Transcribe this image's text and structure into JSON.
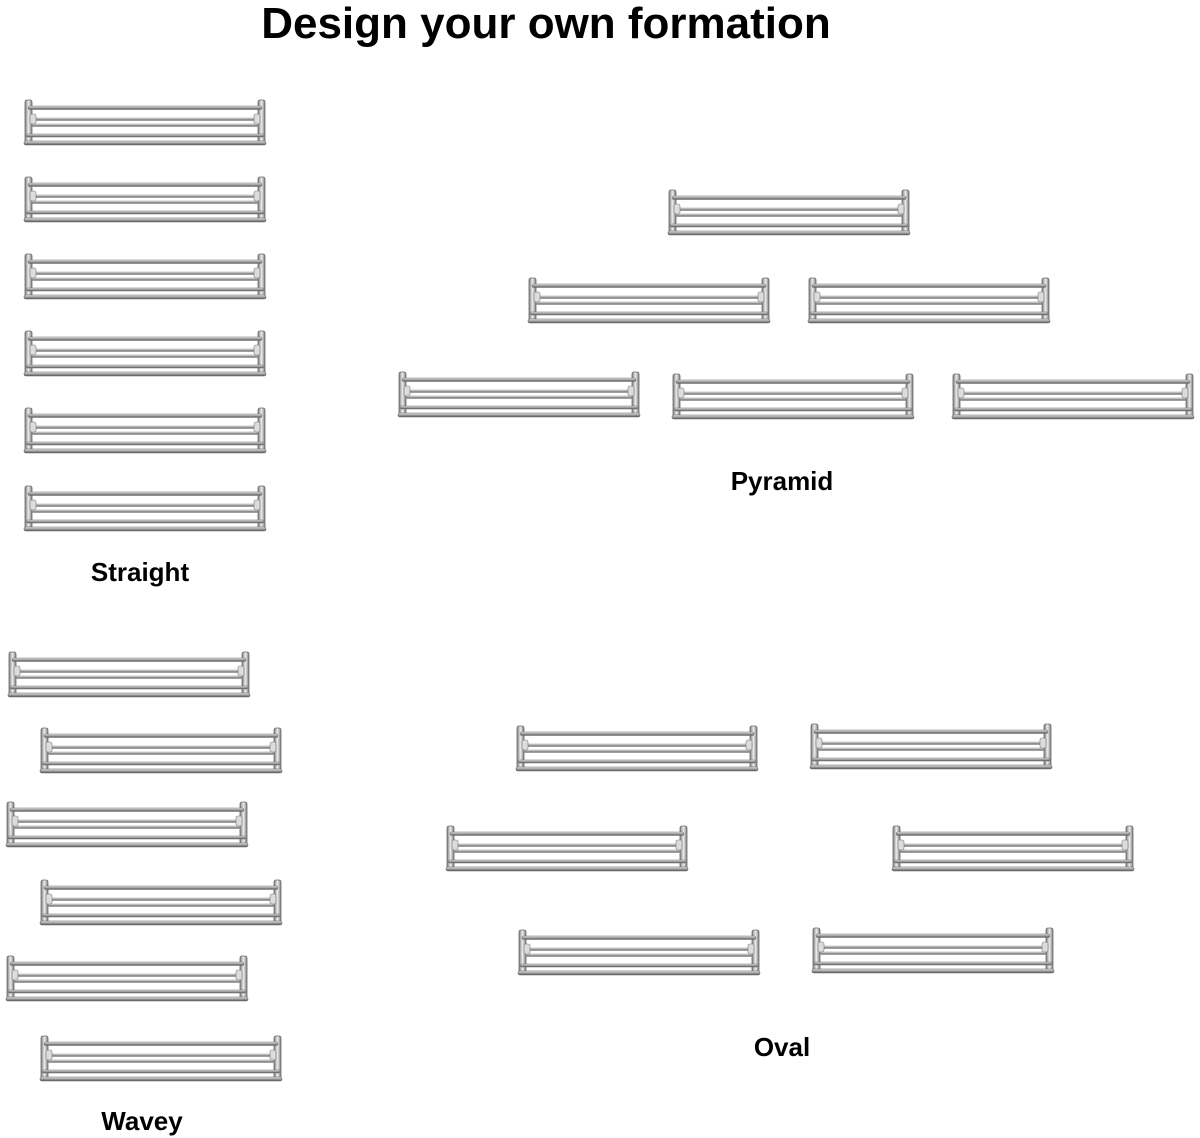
{
  "title": "Design your own formation",
  "formations": {
    "straight": {
      "label": "Straight",
      "rack_count": 6
    },
    "pyramid": {
      "label": "Pyramid",
      "rack_count": 6
    },
    "wavey": {
      "label": "Wavey",
      "rack_count": 6
    },
    "oval": {
      "label": "Oval",
      "rack_count": 6
    }
  },
  "colors": {
    "rail": "#9a9a9a",
    "rail_dark": "#555555",
    "rail_highlight": "#e8e8e8",
    "text": "#000000",
    "background": "#ffffff"
  },
  "icons": {
    "rack": "chrome-spice-rack-icon"
  }
}
